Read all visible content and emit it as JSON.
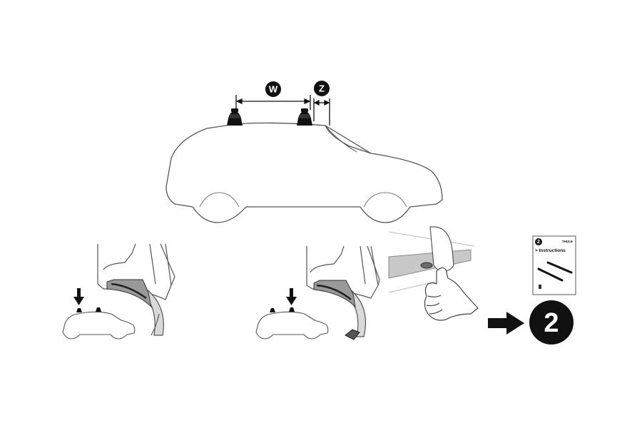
{
  "labels": {
    "w_badge": "W",
    "z_badge": "Z",
    "next_step_number": "2"
  },
  "booklet": {
    "step_number": "2",
    "brand": "THULE",
    "title": "> Instructions"
  },
  "colors": {
    "ink": "#111111",
    "outline": "#555555",
    "light_fill": "#ffffff",
    "gray_fill": "#bfbfbf",
    "dark_gray": "#6b6b6b"
  }
}
